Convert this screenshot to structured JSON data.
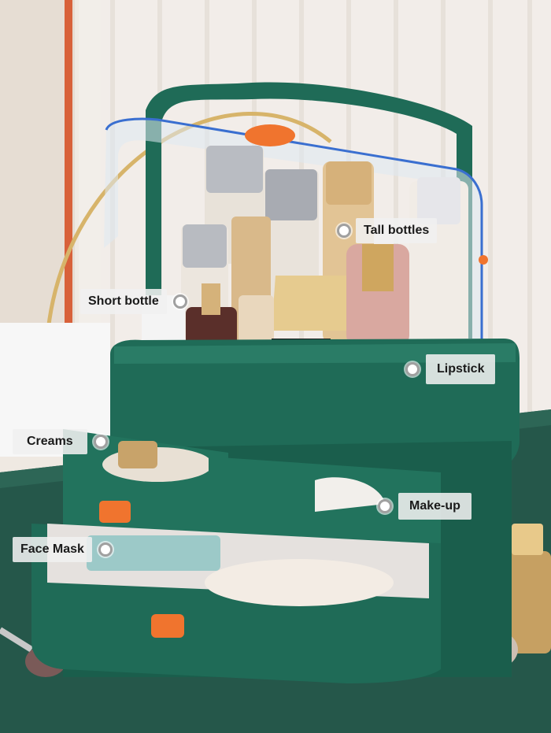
{
  "labels": {
    "tall_bottles": "Tall bottles",
    "short_bottle": "Short bottle",
    "lipstick": "Lipstick",
    "creams": "Creams",
    "make_up": "Make-up",
    "face_mask": "Face Mask"
  },
  "colors": {
    "organizer_green": "#1f6b57",
    "drawer_handle": "#f0742e",
    "table_cloth": "#25574a",
    "lid_blue_edge": "#3a6fd0"
  }
}
